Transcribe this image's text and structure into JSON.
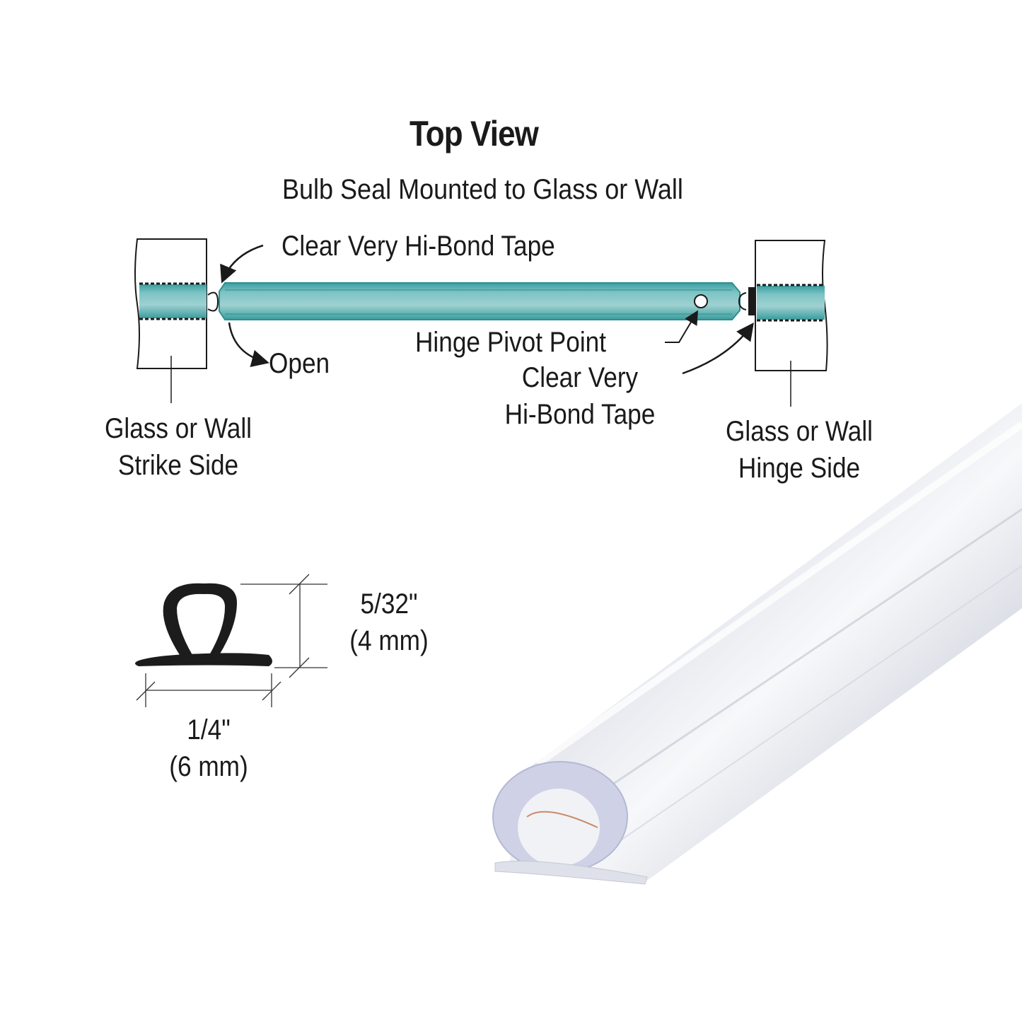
{
  "header": {
    "title": "Top View",
    "subtitle": "Bulb Seal Mounted to Glass or Wall"
  },
  "top_view": {
    "labels": {
      "tape_left": "Clear Very Hi-Bond Tape",
      "open": "Open",
      "hinge_pivot": "Hinge Pivot Point",
      "tape_right_line1": "Clear Very",
      "tape_right_line2": "Hi-Bond Tape",
      "strike_line1": "Glass or Wall",
      "strike_line2": "Strike Side",
      "hinge_line1": "Glass or Wall",
      "hinge_line2": "Hinge Side"
    },
    "colors": {
      "glass_teal": "#5fb3b3",
      "glass_teal_dark": "#2f8f90",
      "outline": "#1a1a1a"
    }
  },
  "profile": {
    "height_in": "5/32\"",
    "height_mm": "(4 mm)",
    "width_in": "1/4\"",
    "width_mm": "(6 mm)",
    "color": "#1c1c1c"
  },
  "product_photo": {
    "icon": "clear-bulb-seal-photo"
  }
}
